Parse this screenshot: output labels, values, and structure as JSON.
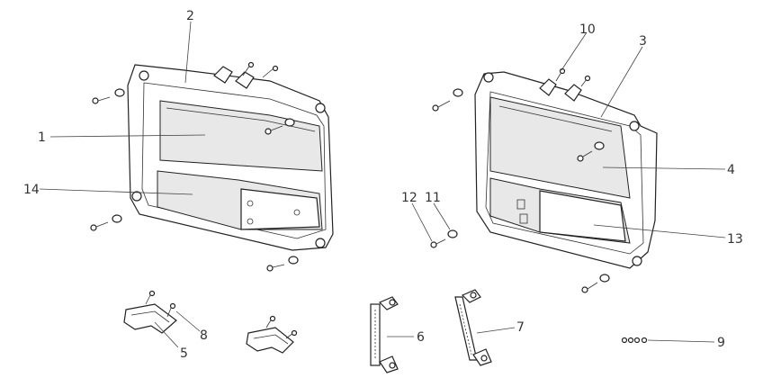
{
  "diagram": {
    "callouts": [
      "1",
      "2",
      "3",
      "4",
      "5",
      "6",
      "7",
      "8",
      "9",
      "10",
      "11",
      "12",
      "13",
      "14"
    ]
  },
  "colors": {
    "line": "#222222",
    "label": "#333333",
    "background": "#ffffff"
  }
}
